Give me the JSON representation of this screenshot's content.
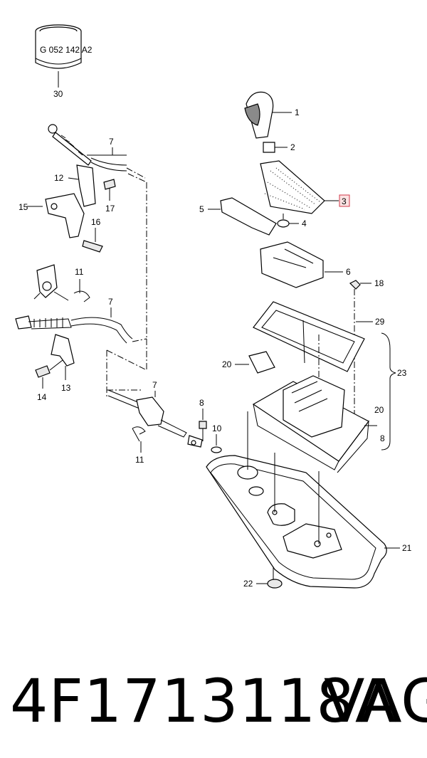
{
  "diagram": {
    "seal_text": "G 052 142 A2",
    "callouts": {
      "c1": "1",
      "c2": "2",
      "c3": "3",
      "c4": "4",
      "c5": "5",
      "c6": "6",
      "c7a": "7",
      "c7b": "7",
      "c7c": "7",
      "c8a": "8",
      "c8b": "8",
      "c10": "10",
      "c11a": "11",
      "c11b": "11",
      "c12": "12",
      "c13": "13",
      "c14": "14",
      "c15": "15",
      "c16": "16",
      "c17": "17",
      "c18": "18",
      "c20a": "20",
      "c20b": "20",
      "c21": "21",
      "c22": "22",
      "c23": "23",
      "c29": "29",
      "c30": "30"
    },
    "highlight_color": "#d2384a"
  },
  "footer": {
    "part_number": "4F1713118A",
    "brand": "VAG"
  }
}
